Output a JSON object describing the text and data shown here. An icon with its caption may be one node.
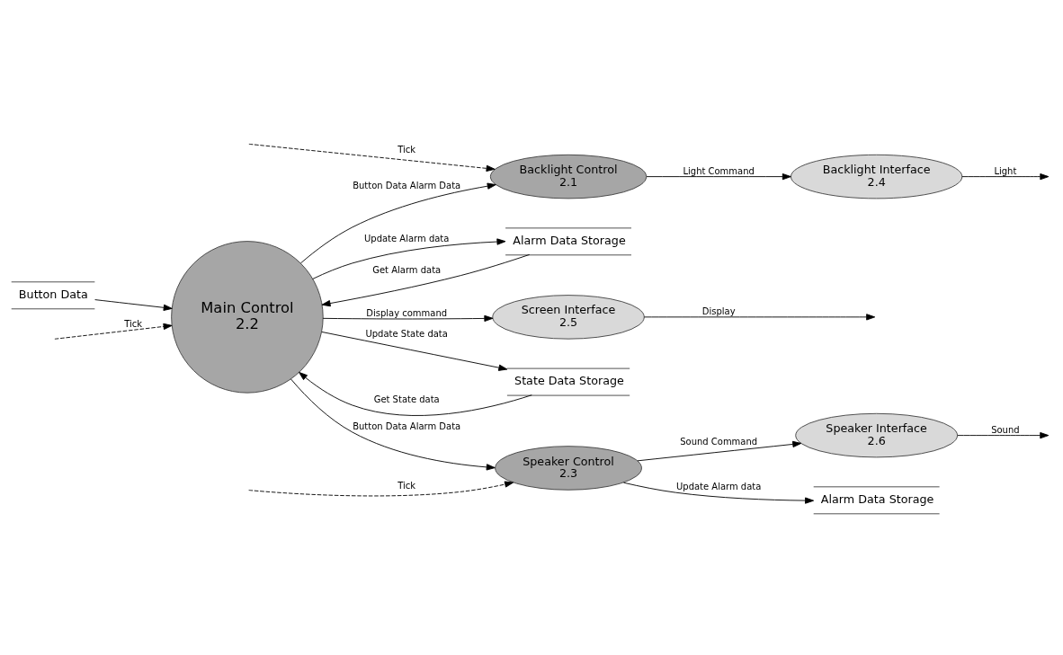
{
  "diagram": {
    "nodes": [
      {
        "text": [
          "Backlight Control",
          "2.1"
        ]
      },
      {
        "text": [
          "Backlight Interface",
          "2.4"
        ]
      },
      {
        "text": [
          "Alarm Data Storage"
        ]
      },
      {
        "text": [
          "Main Control",
          "2.2"
        ]
      },
      {
        "text": [
          "Screen Interface",
          "2.5"
        ]
      },
      {
        "text": [
          "Button Data"
        ]
      },
      {
        "text": [
          "State Data Storage"
        ]
      },
      {
        "text": [
          "Speaker Control",
          "2.3"
        ]
      },
      {
        "text": [
          "Speaker Interface",
          "2.6"
        ]
      },
      {
        "text": [
          "Alarm Data Storage"
        ]
      }
    ],
    "edges": [
      {
        "from": 0,
        "to": 1,
        "arrow": "to",
        "label": "Light Command"
      },
      {
        "from": 1,
        "to": null,
        "arrow": "to",
        "label": "Light"
      },
      {
        "from": null,
        "to": 0,
        "arrow": "to",
        "label": "Tick",
        "style": "dashed"
      },
      {
        "from": 3,
        "to": 0,
        "arrow": "to",
        "label": "Button Data Alarm Data"
      },
      {
        "from": 2,
        "to": 3,
        "arrow": "to",
        "label": "Get Alarm data"
      },
      {
        "from": 3,
        "to": 2,
        "arrow": "to",
        "label": "Update Alarm data"
      },
      {
        "from": 5,
        "to": 3,
        "arrow": "to"
      },
      {
        "from": 3,
        "to": 4,
        "arrow": "to",
        "label": "Display command"
      },
      {
        "from": 4,
        "to": null,
        "arrow": "to",
        "label": "Display"
      },
      {
        "from": null,
        "to": 3,
        "arrow": "to",
        "label": "Tick",
        "style": "dashed"
      },
      {
        "from": 6,
        "to": 3,
        "arrow": "to",
        "label": "Get State data"
      },
      {
        "from": 3,
        "to": 6,
        "arrow": "to",
        "label": "Update State data"
      },
      {
        "from": 3,
        "to": 7,
        "arrow": "to",
        "label": "Button Data Alarm Data"
      },
      {
        "from": 7,
        "to": 8,
        "arrow": "to",
        "label": "Sound Command"
      },
      {
        "from": 8,
        "to": null,
        "arrow": "to",
        "label": "Sound"
      },
      {
        "from": null,
        "to": 7,
        "arrow": "to",
        "label": "Tick",
        "style": "dashed"
      },
      {
        "from": 7,
        "to": 9,
        "arrow": "to",
        "label": "Update Alarm data"
      }
    ]
  }
}
